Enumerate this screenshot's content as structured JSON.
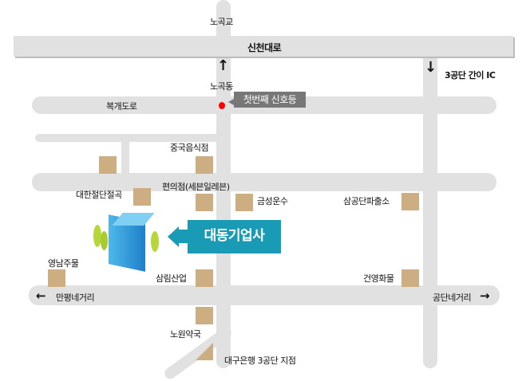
{
  "roads": {
    "main": "신천대로",
    "bokgae": "복개도로",
    "north_end": "노곡교",
    "north_dir": "노곡동",
    "ic": "3공단 간이 IC",
    "west": "만평네거리",
    "east": "공단네거리"
  },
  "signal": {
    "label": "첫번째 신호등",
    "dot_color": "#ff0000"
  },
  "landmarks": [
    "중국음식점",
    "편의점(세븐일레븐)",
    "대한절단절곡",
    "금성운수",
    "삼공단파출소",
    "영남주물",
    "삼림산업",
    "건영화물",
    "노원약국",
    "대구은행 3공단 지점"
  ],
  "company": {
    "name": "대동기업사",
    "color": "#1a9bb5"
  },
  "colors": {
    "road": "#e1e1e1",
    "landmark": "#cdad82"
  }
}
